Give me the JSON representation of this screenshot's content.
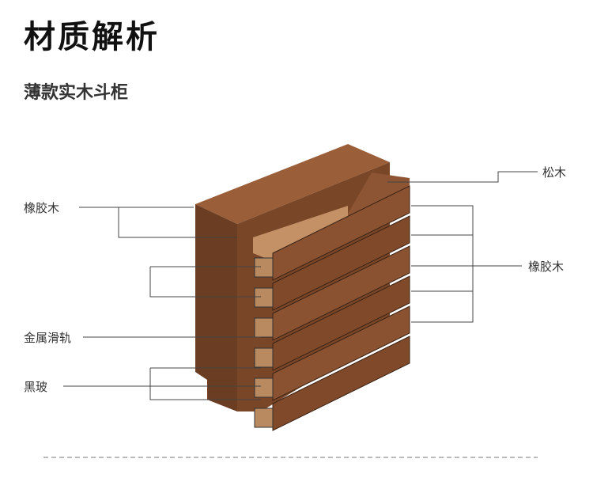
{
  "title": "材质解析",
  "subtitle": "薄款实木斗柜",
  "labels": {
    "left_top": "橡胶木",
    "rail": "金属滑轨",
    "glass": "黑玻",
    "right_top": "松木",
    "right_mid": "橡胶木"
  },
  "colors": {
    "wood": "#8a5230",
    "wood_dark": "#5e361f",
    "line": "#444444"
  }
}
